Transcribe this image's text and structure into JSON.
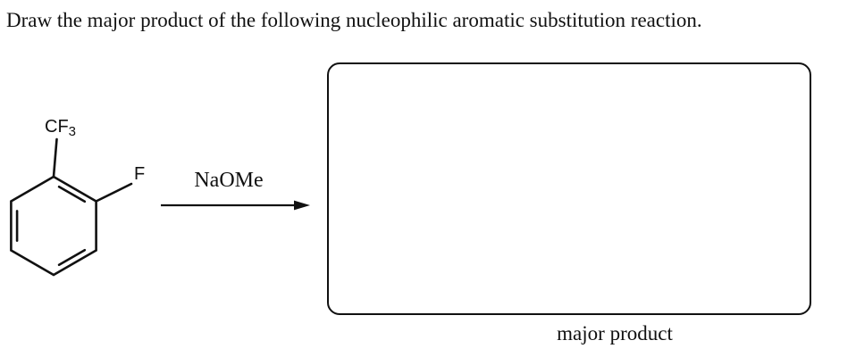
{
  "title": "Draw the major product of the following nucleophilic aromatic substitution reaction.",
  "reactant": {
    "cf3_label": {
      "text": "CF",
      "subscript": "3"
    },
    "f_label": "F"
  },
  "reaction": {
    "reagent": "NaOMe"
  },
  "answer_box": {
    "caption": "major product"
  },
  "colors": {
    "ink": "#111111",
    "background": "#ffffff"
  }
}
